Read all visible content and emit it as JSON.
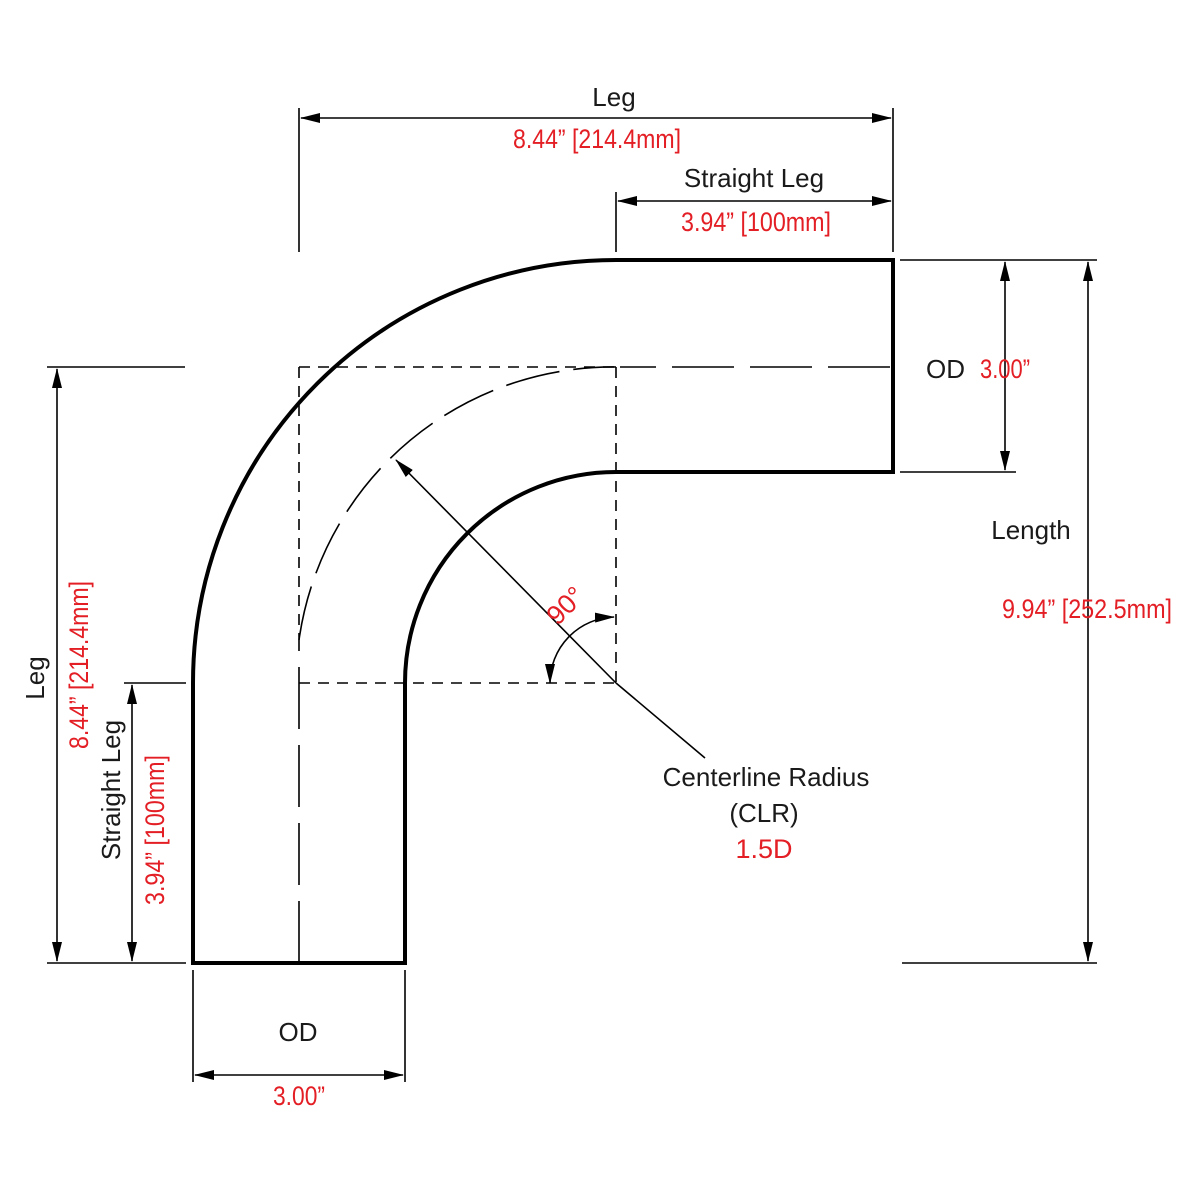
{
  "top": {
    "leg_label": "Leg",
    "leg_value": "8.44” [214.4mm]",
    "straight_leg_label": "Straight Leg",
    "straight_leg_value": "3.94” [100mm]"
  },
  "left": {
    "leg_label": "Leg",
    "leg_value": "8.44” [214.4mm]",
    "straight_leg_label": "Straight Leg",
    "straight_leg_value": "3.94” [100mm]"
  },
  "right": {
    "od_label": "OD",
    "od_value": "3.00”",
    "length_label": "Length",
    "length_value": "9.94” [252.5mm]"
  },
  "bottom": {
    "od_label": "OD",
    "od_value": "3.00”"
  },
  "center": {
    "angle_value": "90°",
    "clr_label_line1": "Centerline Radius",
    "clr_label_line2": "(CLR)",
    "clr_value": "1.5D"
  },
  "colors": {
    "line": "#000000",
    "value_text": "#e31e24",
    "label_text": "#1a1a1a"
  }
}
